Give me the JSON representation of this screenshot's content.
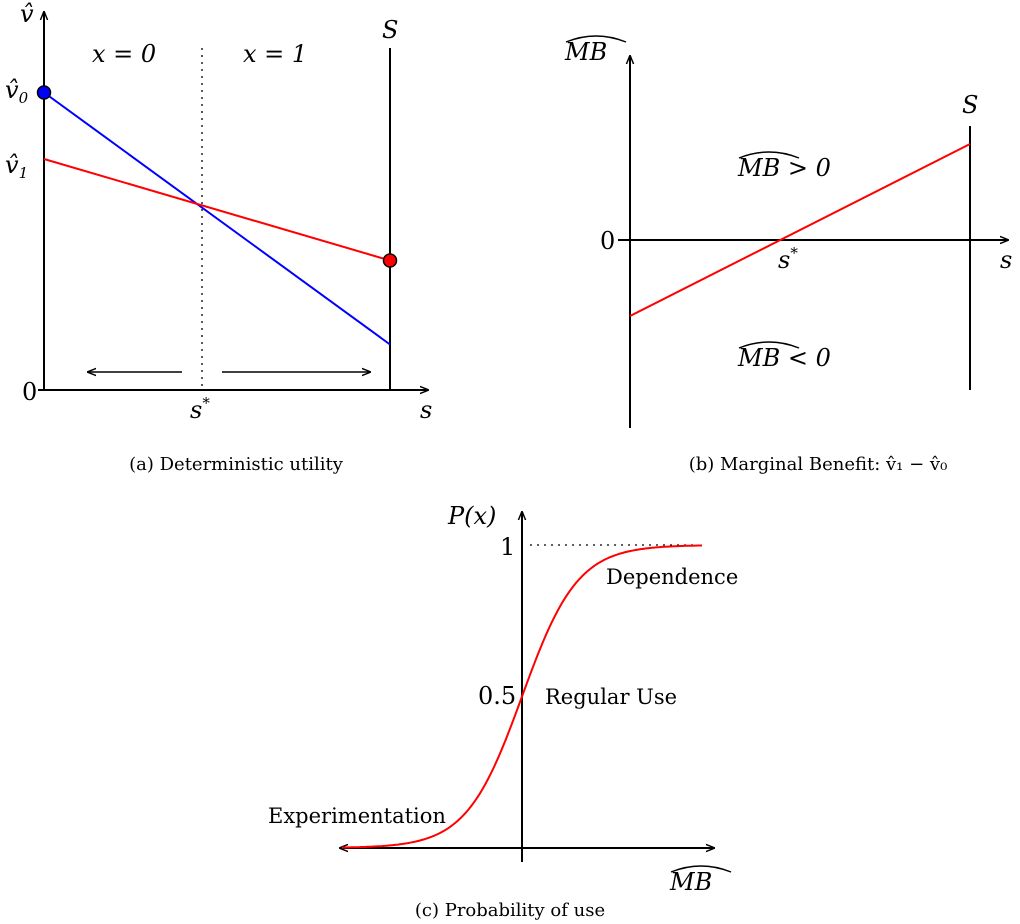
{
  "chart_data": [
    {
      "type": "line",
      "id": "a",
      "caption": "(a) Deterministic utility",
      "ylabel": "v̂",
      "xlabel": "s",
      "y_origin_label": "0",
      "ytick_labels": {
        "v0": "v̂",
        "v0_sub": "0",
        "v1": "v̂",
        "v1_sub": "1"
      },
      "xtick_label": "s",
      "xtick_sup": "*",
      "boundary_label": "S",
      "region_left": "x = 0",
      "region_right": "x = 1",
      "series": [
        {
          "key": "v0",
          "color": "#0000ff",
          "x": [
            0,
            1
          ],
          "y": [
            0.85,
            0.13
          ]
        },
        {
          "key": "v1",
          "color": "#ff0000",
          "x": [
            0,
            1
          ],
          "y": [
            0.66,
            0.37
          ]
        }
      ],
      "colors": {
        "v0_dot": "#0000ff",
        "v1_dot": "#ff0000"
      }
    },
    {
      "type": "line",
      "id": "b",
      "caption": "(b) Marginal Benefit: v̂₁ − v̂₀",
      "ylabel": "MB",
      "xlabel": "s",
      "y_zero_label": "0",
      "xtick_label": "s",
      "xtick_sup": "*",
      "boundary_label": "S",
      "region_top": "MB > 0",
      "region_bottom": "MB < 0",
      "series": [
        {
          "key": "mb",
          "color": "#ff0000",
          "x": [
            0,
            1
          ],
          "y": [
            -0.38,
            0.48
          ]
        }
      ]
    },
    {
      "type": "line",
      "id": "c",
      "caption": "(c) Probability of use",
      "ylabel": "P(x)",
      "xlabel": "MB",
      "ytick_1": "1",
      "ytick_half": "0.5",
      "annotations": {
        "experimentation": "Experimentation",
        "regular": "Regular Use",
        "dependence": "Dependence"
      },
      "series": [
        {
          "key": "logistic",
          "color": "#ff0000",
          "function": "1/(1+exp(-k*x))",
          "k": 0.036,
          "x_range": [
            -180,
            180
          ]
        }
      ]
    }
  ]
}
